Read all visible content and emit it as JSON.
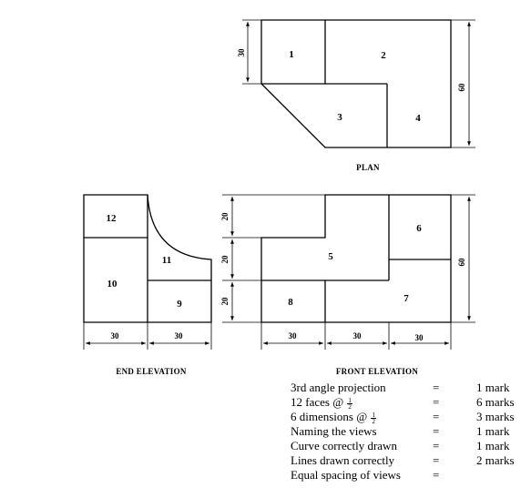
{
  "plan": {
    "caption": "PLAN",
    "faces": [
      "1",
      "2",
      "3",
      "4"
    ],
    "dims": {
      "left": "30",
      "right": "60"
    }
  },
  "end_elevation": {
    "caption": "END ELEVATION",
    "faces": [
      "12",
      "10",
      "11",
      "9"
    ],
    "dims": {
      "left_upper": "20",
      "left_middle": "20",
      "left_lower": "20",
      "bottom_left": "30",
      "bottom_right": "30"
    }
  },
  "front_elevation": {
    "caption": "FRONT ELEVATION",
    "faces": [
      "5",
      "6",
      "8",
      "7"
    ],
    "dims": {
      "right": "60",
      "bottom_left": "30",
      "bottom_middle": "30",
      "bottom_right": "30"
    }
  },
  "marking_scheme": [
    {
      "label": "3rd angle projection",
      "frac": null,
      "eq": "=",
      "value": "1 mark"
    },
    {
      "label": "12 faces @",
      "frac": [
        "1",
        "2"
      ],
      "eq": "=",
      "value": "6 marks"
    },
    {
      "label": "6 dimensions @",
      "frac": [
        "1",
        "2"
      ],
      "eq": "=",
      "value": "3 marks"
    },
    {
      "label": "Naming the views",
      "frac": null,
      "eq": "=",
      "value": "1 mark"
    },
    {
      "label": "Curve correctly drawn",
      "frac": null,
      "eq": "=",
      "value": "1 mark"
    },
    {
      "label": "Lines drawn correctly",
      "frac": null,
      "eq": "=",
      "value": "2 marks"
    },
    {
      "label": "Equal spacing of views",
      "frac": null,
      "eq": "=",
      "value": ""
    }
  ]
}
